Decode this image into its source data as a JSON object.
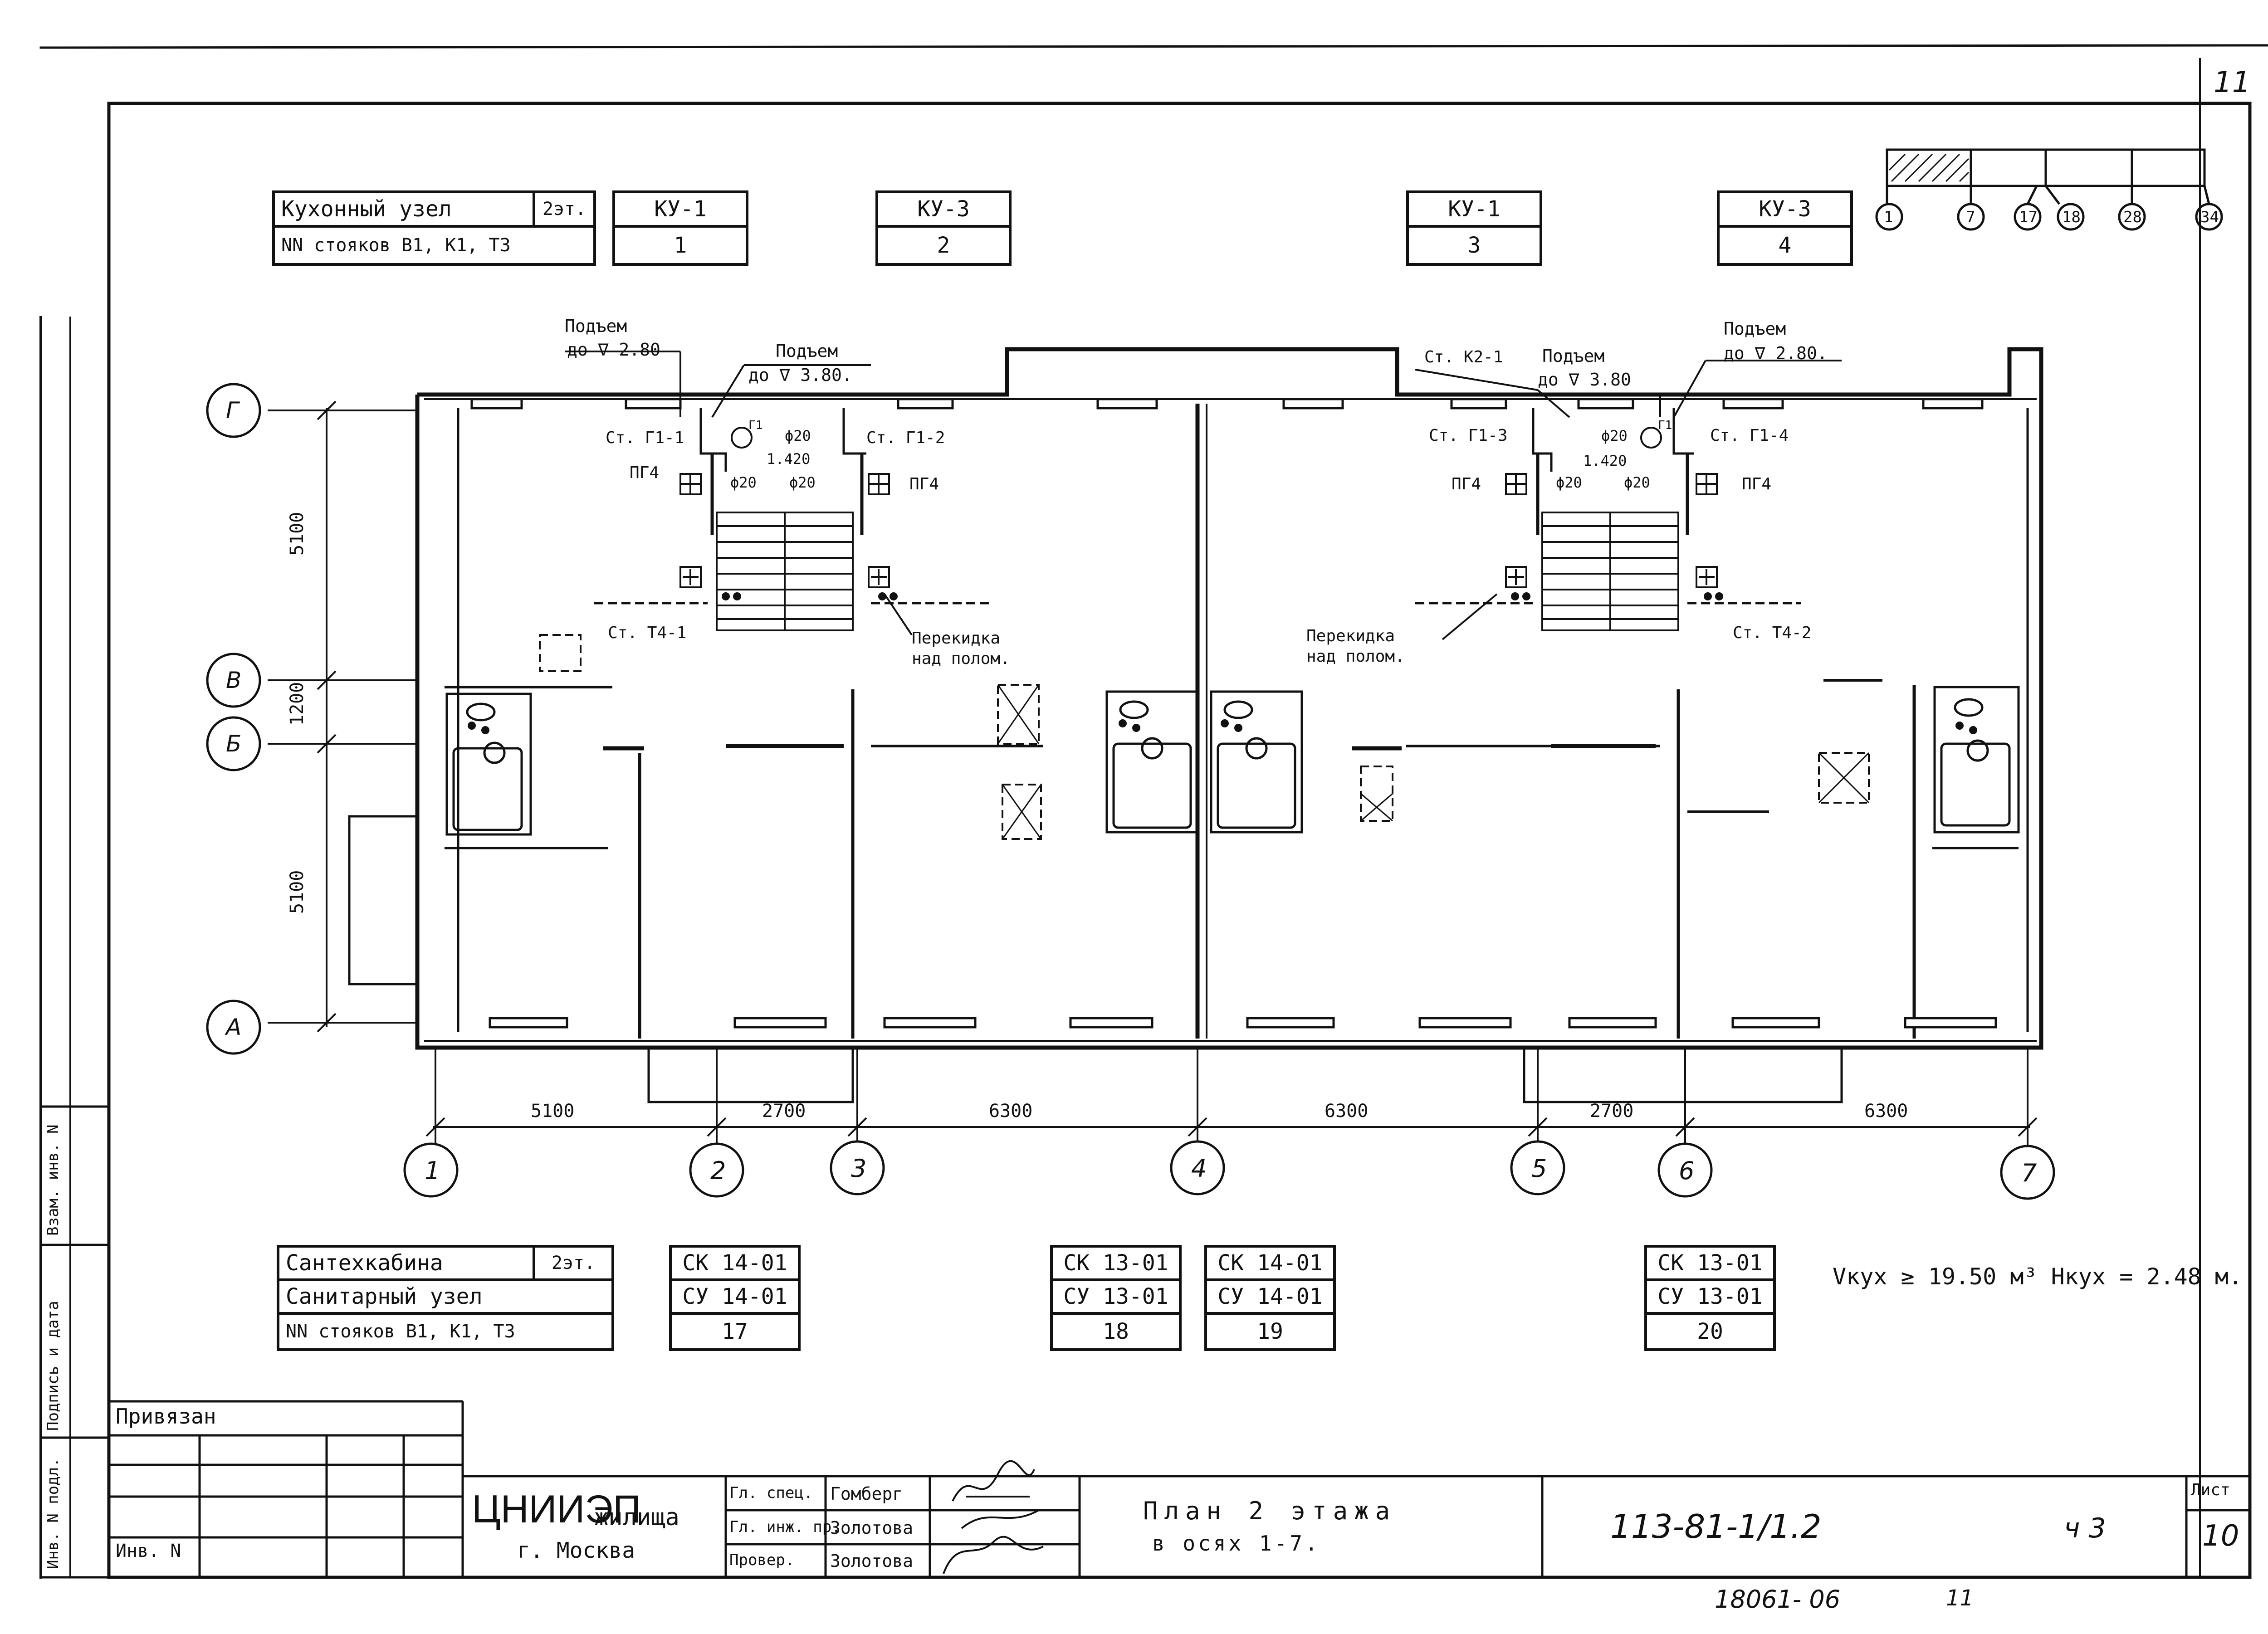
{
  "sheet_marks": {
    "top_right": "11",
    "sheet_no_right": "11"
  },
  "fragments": {
    "bar_labels": [
      "1",
      "7",
      "17",
      "18",
      "28",
      "34"
    ]
  },
  "kitchen": {
    "label": "Кухонный узел",
    "floor": "2эт.",
    "risers_label": "NN стояков В1, К1, Т3",
    "units": [
      {
        "type": "КУ-1",
        "num": "1"
      },
      {
        "type": "КУ-3",
        "num": "2"
      },
      {
        "type": "КУ-1",
        "num": "3"
      },
      {
        "type": "КУ-3",
        "num": "4"
      }
    ]
  },
  "bathroom": {
    "label1": "Сантехкабина",
    "floor": "2эт.",
    "label2": "Санитарный узел",
    "risers_label": "NN стояков В1, К1, Т3",
    "units": [
      {
        "ck": "СК 14-01",
        "cy": "СУ 14-01",
        "num": "17"
      },
      {
        "ck": "СК 13-01",
        "cy": "СУ 13-01",
        "num": "18"
      },
      {
        "ck": "СК 14-01",
        "cy": "СУ 14-01",
        "num": "19"
      },
      {
        "ck": "СК 13-01",
        "cy": "СУ 13-01",
        "num": "20"
      }
    ]
  },
  "volume_note": "Vкух ≥ 19.50 м³ Hкух = 2.48 м.",
  "axes": {
    "rows": [
      "Г",
      "В",
      "Б",
      "А"
    ],
    "cols": [
      "1",
      "2",
      "3",
      "4",
      "5",
      "6",
      "7"
    ],
    "row_dims": [
      "5100",
      "1200",
      "5100"
    ],
    "col_dims": [
      "5100",
      "2700",
      "6300",
      "6300",
      "2700",
      "6300"
    ]
  },
  "plan_notes": {
    "rise_1": "Подъем",
    "rise_1_value": "до ∇ 2.80",
    "rise_2": "Подъем",
    "rise_2_value": "до ∇ 3.80.",
    "rise_3": "Подъем",
    "rise_3_value": "до ∇ 3.80",
    "rise_4": "Подъем",
    "rise_4_value": "до ∇ 2.80.",
    "st_g1_1": "Ст. Г1-1",
    "st_g1_2": "Ст. Г1-2",
    "st_g1_3": "Ст. Г1-3",
    "st_g1_4": "Ст. Г1-4",
    "st_k2_1": "Ст. К2-1",
    "st_t4_1": "Ст. Т4-1",
    "st_t4_2": "Ст. Т4-2",
    "pg4": "ПГ4",
    "phi20": "ϕ20",
    "dim_1420": "1.420",
    "g1": "Г1",
    "transfer_1": "Перекидка над полом.",
    "transfer_2": "Перекидка над полом."
  },
  "title_block": {
    "attached": "Привязан",
    "inv": "Инв. N",
    "org_name": "ЦНИИЭП",
    "org_suffix": "жилища",
    "city": "г. Москва",
    "roles": [
      "Гл. спец.",
      "Гл. инж. пр.",
      "Провер."
    ],
    "names": [
      "Гомберг",
      "Золотова",
      "Золотова"
    ],
    "drawing_title": "План 2 этажа",
    "drawing_subtitle": "в осях 1-7.",
    "code": "113-81-1/1.2",
    "part": "ч 3",
    "sheet_label": "Лист",
    "sheet_no": "10",
    "bottom_stamp": "18061- 06",
    "bottom_page": "11"
  },
  "side_stamp": [
    "Инв. N подл.",
    "Подпись и дата",
    "Взам. инв. N"
  ]
}
